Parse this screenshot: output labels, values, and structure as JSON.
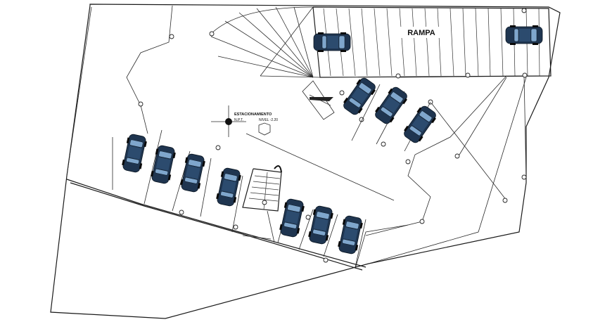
{
  "labels": {
    "ramp": "RAMPA",
    "parking_title": "ESTACIONAMIENTO",
    "level_prefix": "N.P.T.",
    "level_value": "NIVEL -2.20"
  },
  "colors": {
    "car_body": "#1f3550",
    "car_glass": "#7fa6cc",
    "line": "#1a1a1a"
  },
  "icons": {
    "car": "car-topview-icon",
    "level_marker": "level-marker-icon",
    "column": "column-circle-icon",
    "stair": "stair-icon"
  }
}
